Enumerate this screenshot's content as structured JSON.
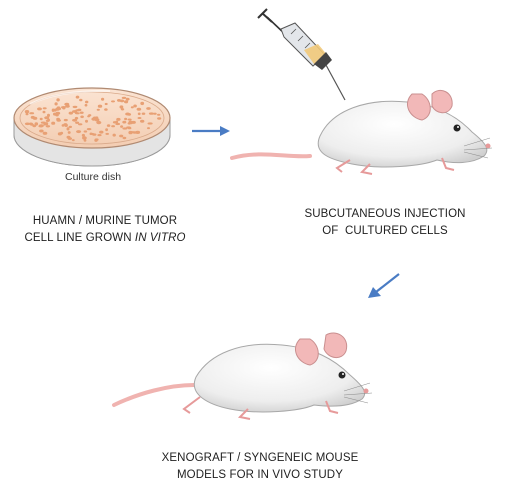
{
  "dish_caption": "Culture dish",
  "step1": {
    "line1": "HUAMN / MURINE TUMOR",
    "line2_prefix": "CELL LINE GROWN ",
    "line2_italic": "IN VITRO"
  },
  "step2": {
    "line1": "SUBCUTANEOUS INJECTION",
    "line2": "OF  CULTURED CELLS"
  },
  "step3": {
    "line1": "XENOGRAFT / SYNGENEIC MOUSE",
    "line2": "MODELS FOR IN VIVO STUDY"
  },
  "colors": {
    "arrow": "#4a7cc4",
    "cell_dots": "#e8a074",
    "dish_medium": "#f6d8c0",
    "mouse_body": "#f1f1f1",
    "mouse_pink": "#f2b8b8"
  },
  "icons": [
    "petri-dish",
    "syringe",
    "mouse",
    "arrow-right",
    "arrow-down-left"
  ]
}
